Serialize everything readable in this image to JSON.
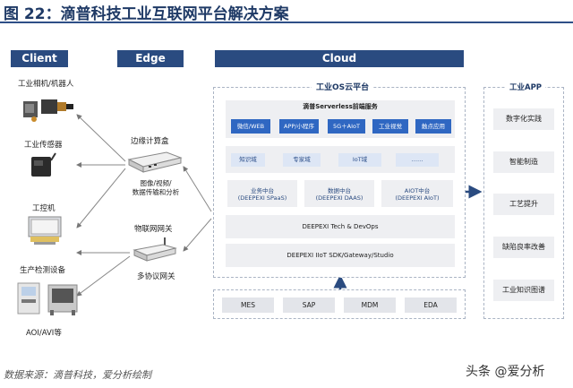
{
  "title": "图 22：滴普科技工业互联网平台解决方案",
  "columns": {
    "client": "Client",
    "edge": "Edge",
    "cloud": "Cloud"
  },
  "client": {
    "camera": "工业相机/机器人",
    "sensor": "工业传感器",
    "ipc": "工控机",
    "inspection": "生产检测设备",
    "aoi": "AOI/AVI等"
  },
  "edge": {
    "box_title": "边缘计算盒",
    "box_desc_1": "图像/视频/",
    "box_desc_2": "数据传输和分析",
    "gateway_title": "物联网网关",
    "gateway_desc": "多协议网关"
  },
  "cloud": {
    "platform_title": "工业OS云平台",
    "frontend": {
      "title": "滴普Serverless前端服务",
      "items": [
        "微信/WEB",
        "APP/小程序",
        "5G＋AIoT",
        "工业视觉",
        "触点应用"
      ]
    },
    "domains": [
      "知识域",
      "专家域",
      "IoT域",
      "……"
    ],
    "platforms": [
      {
        "name": "业务中台",
        "sub": "(DEEPEXI SPaaS)"
      },
      {
        "name": "数据中台",
        "sub": "(DEEPEXI DAAS)"
      },
      {
        "name": "AIOT中台",
        "sub": "(DEEPEXI AIoT)"
      }
    ],
    "techdevops": "DEEPEXI Tech & DevOps",
    "iiot": "DEEPEXI IIoT SDK/Gateway/Studio",
    "systems": [
      "MES",
      "SAP",
      "MDM",
      "EDA"
    ]
  },
  "app": {
    "title": "工业APP",
    "items": [
      "数字化实践",
      "智能制造",
      "工艺提升",
      "缺陷良率改善",
      "工业知识图谱"
    ]
  },
  "source": "数据来源：滴普科技，爱分析绘制",
  "watermark": "头条 @爱分析",
  "colors": {
    "header": "#2a4b80",
    "accent": "#2f67c2",
    "chip": "#dde6f5"
  }
}
